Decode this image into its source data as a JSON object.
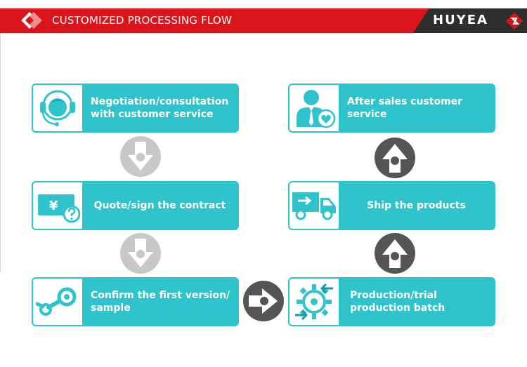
{
  "header": {
    "title": "CUSTOMIZED PROCESSING FLOW",
    "brand": "HUYEA",
    "colors": {
      "red": "#d9141b",
      "dark": "#2e2e2e"
    }
  },
  "colors": {
    "card": "#2fc4cc",
    "arrow_light": "#c8c8c8",
    "arrow_dark": "#555555"
  },
  "steps": [
    {
      "label": "Negotiation/consultation with customer service",
      "icon": "headset-icon"
    },
    {
      "label": "Quote/sign the contract",
      "icon": "yuan-question-icon",
      "icon_text": "¥"
    },
    {
      "label": "Confirm the first version/ sample",
      "icon": "steam-link-icon"
    },
    {
      "label": "Production/trial production batch",
      "icon": "gear-arrows-icon"
    },
    {
      "label": "Ship the products",
      "icon": "delivery-truck-icon"
    },
    {
      "label": "After sales customer service",
      "icon": "service-person-heart-icon"
    }
  ]
}
